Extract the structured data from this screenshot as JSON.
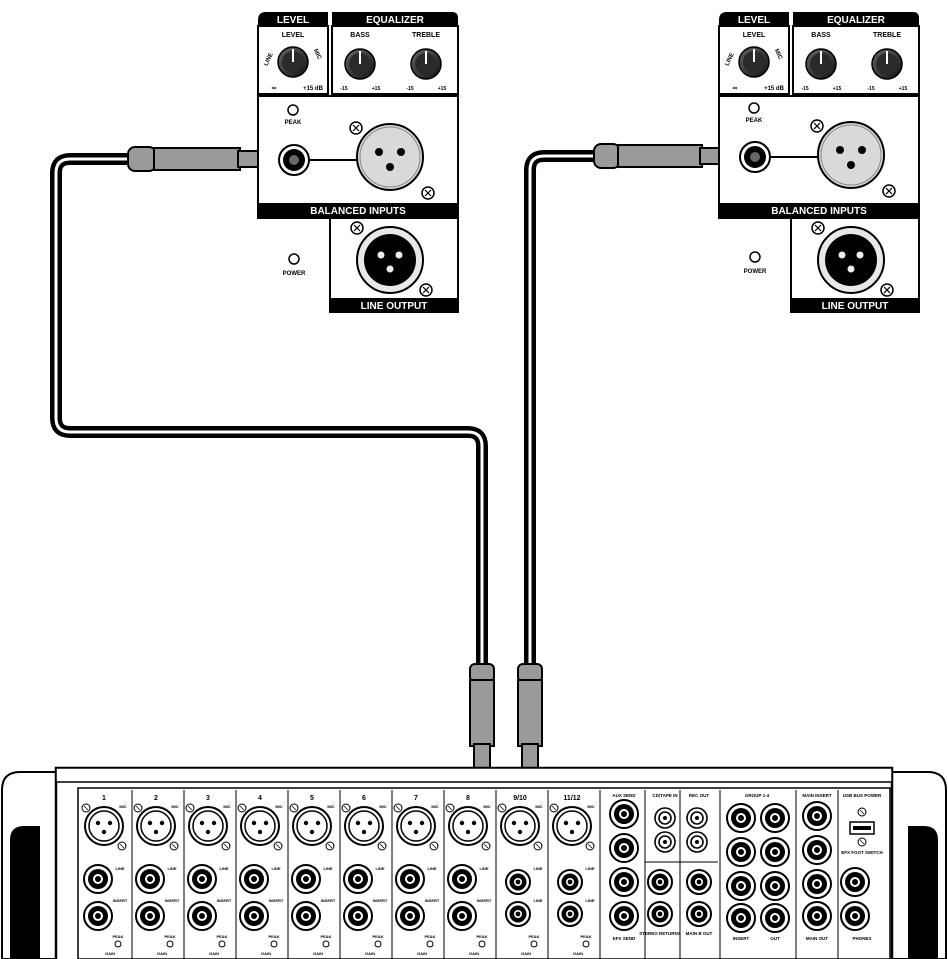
{
  "units": [
    {
      "level_header": "LEVEL",
      "eq_header": "EQUALIZER",
      "level_knob_label": "LEVEL",
      "line_label": "LINE",
      "mic_label": "MIC",
      "level_min": "∞",
      "level_max": "+15 dB",
      "bass_label": "BASS",
      "treble_label": "TREBLE",
      "eq_min": "-15",
      "eq_max": "+15",
      "peak_label": "PEAK",
      "balanced_inputs_label": "BALANCED INPUTS",
      "power_label": "POWER",
      "line_output_label": "LINE OUTPUT"
    },
    {
      "level_header": "LEVEL",
      "eq_header": "EQUALIZER",
      "level_knob_label": "LEVEL",
      "line_label": "LINE",
      "mic_label": "MIC",
      "level_min": "∞",
      "level_max": "+15 dB",
      "bass_label": "BASS",
      "treble_label": "TREBLE",
      "eq_min": "-15",
      "eq_max": "+15",
      "peak_label": "PEAK",
      "balanced_inputs_label": "BALANCED INPUTS",
      "power_label": "POWER",
      "line_output_label": "LINE OUTPUT"
    }
  ],
  "mixer": {
    "channels": [
      {
        "label": "1",
        "type": "mono"
      },
      {
        "label": "2",
        "type": "mono"
      },
      {
        "label": "3",
        "type": "mono"
      },
      {
        "label": "4",
        "type": "mono"
      },
      {
        "label": "5",
        "type": "mono"
      },
      {
        "label": "6",
        "type": "mono"
      },
      {
        "label": "7",
        "type": "mono"
      },
      {
        "label": "8",
        "type": "mono"
      },
      {
        "label": "9/10",
        "type": "stereo"
      },
      {
        "label": "11/12",
        "type": "stereo"
      }
    ],
    "mic_label": "MIC",
    "line_label": "LINE",
    "insert_label": "INSERT",
    "peak_label": "PEAK",
    "gain_label": "GAIN",
    "aux_send_label": "AUX SEND",
    "aux_send_bottom": "EFX SEND",
    "cd_tape_in": "CD/TAPE IN",
    "rec_out": "REC OUT",
    "stereo_returns": "STEREO RETURNS",
    "main_b_out": "MAIN B OUT",
    "group_label": "GROUP 1-4",
    "group_bottom": "OUT",
    "insert_group": "INSERT",
    "main_insert": "MAIN INSERT",
    "main_out": "MAIN OUT",
    "usb_label": "USB BUS POWER",
    "footswitch": "EFX FOOT SWITCH",
    "phones": "PHONES",
    "colors": {
      "ink": "#111111",
      "plug": "#9a9a9a",
      "xlr": "#d9d9d9"
    }
  }
}
